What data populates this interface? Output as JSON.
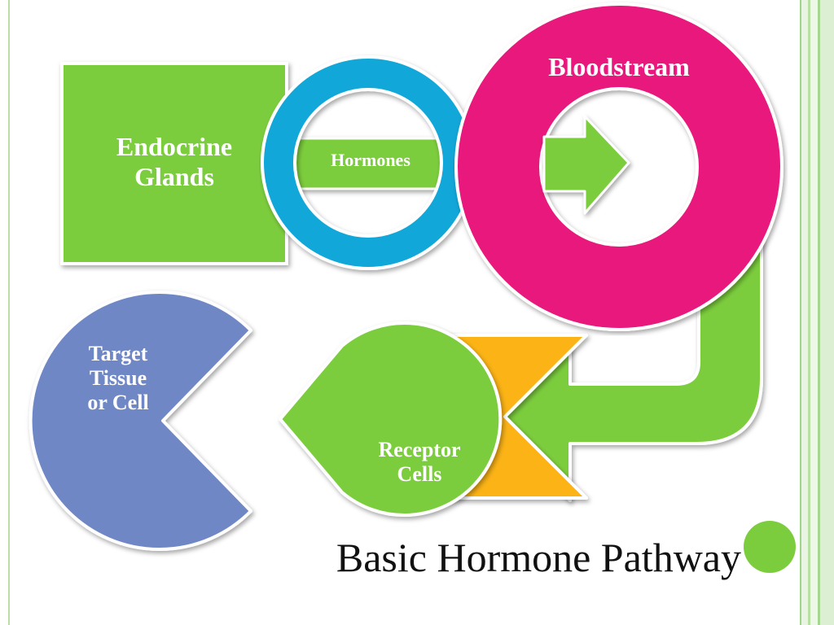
{
  "title": "Basic Hormone Pathway",
  "nodes": {
    "endocrine_glands": "Endocrine\nGlands",
    "hormones": "Hormones",
    "bloodstream": "Bloodstream",
    "receptor_cells": "Receptor\nCells",
    "target_tissue": "Target\nTissue\nor Cell"
  },
  "colors": {
    "green": "#7ccd3e",
    "blue": "#11a7d8",
    "magenta": "#e8187c",
    "orange": "#fbb316",
    "purple": "#6f87c6",
    "frame_green": "#a6d792"
  }
}
